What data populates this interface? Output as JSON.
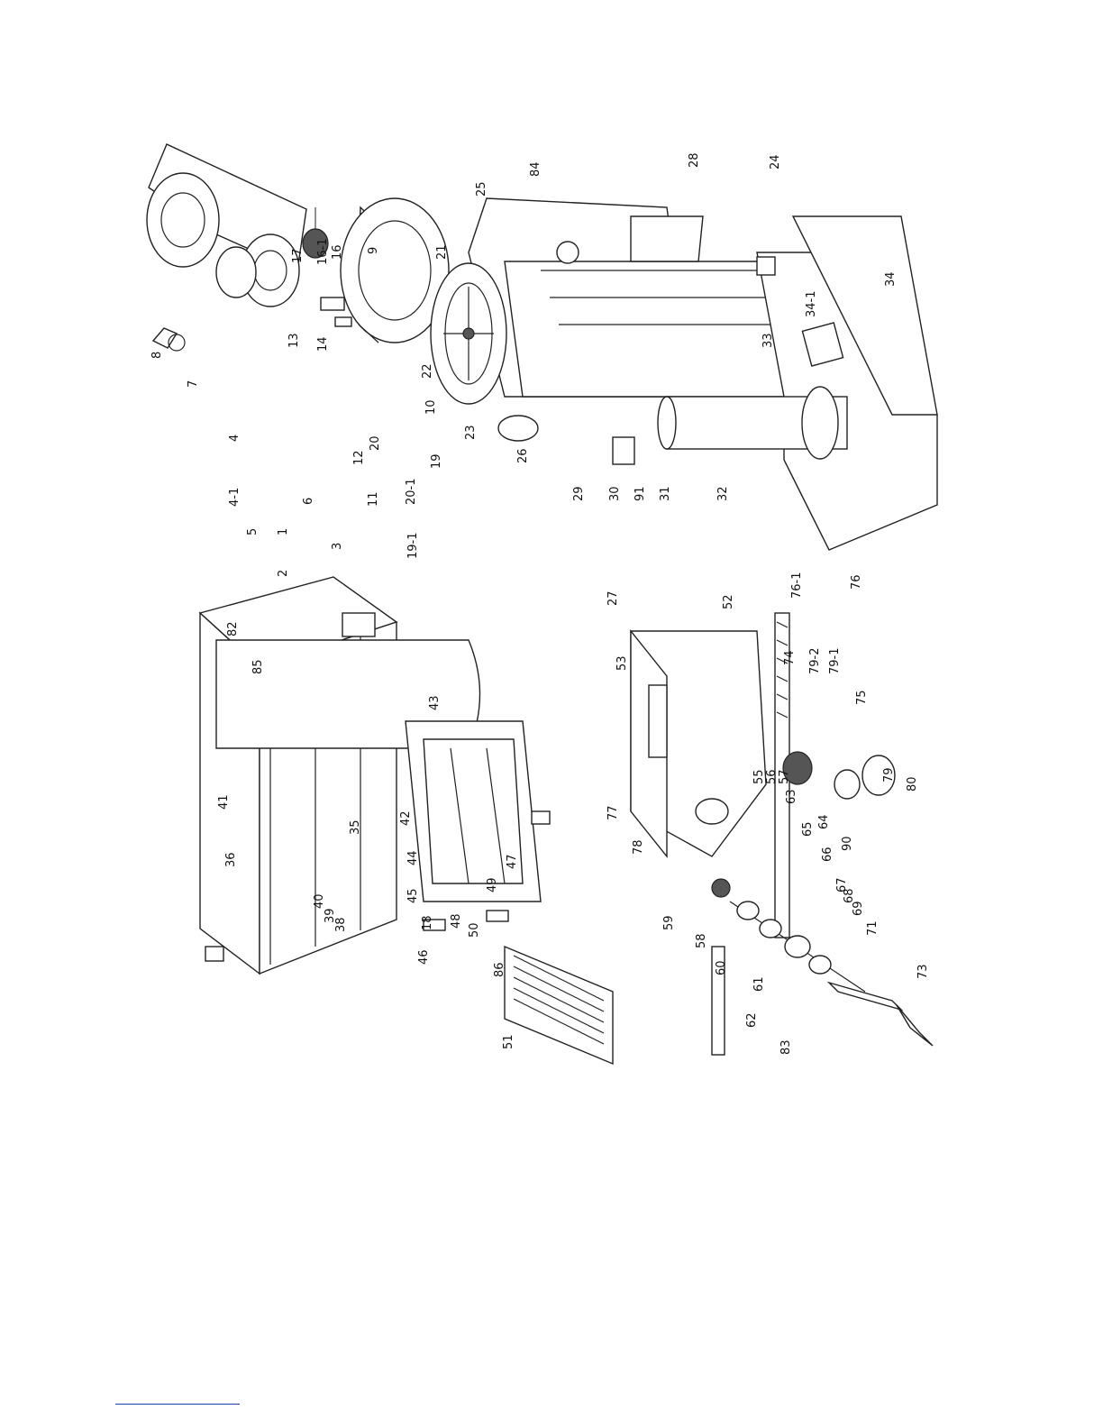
{
  "diagram": {
    "kind": "exploded parts drawing (rotated 90 degrees)",
    "callouts": [
      "1",
      "2",
      "3",
      "4",
      "4-1",
      "5",
      "6",
      "7",
      "8",
      "9",
      "10",
      "11",
      "12",
      "13",
      "14",
      "16",
      "16-1",
      "17",
      "18",
      "19",
      "19-1",
      "20",
      "20-1",
      "21",
      "22",
      "23",
      "24",
      "25",
      "26",
      "27",
      "28",
      "29",
      "30",
      "31",
      "32",
      "33",
      "34",
      "34-1",
      "35",
      "36",
      "38",
      "39",
      "40",
      "41",
      "42",
      "43",
      "44",
      "45",
      "46",
      "47",
      "48",
      "49",
      "50",
      "51",
      "52",
      "53",
      "55",
      "56",
      "57",
      "58",
      "59",
      "60",
      "61",
      "62",
      "63",
      "64",
      "65",
      "66",
      "67",
      "68",
      "69",
      "71",
      "73",
      "74",
      "75",
      "76",
      "76-1",
      "77",
      "78",
      "79",
      "79-1",
      "79-2",
      "80",
      "82",
      "83",
      "84",
      "85",
      "86",
      "90",
      "91"
    ]
  },
  "footer": {
    "rule_color": "#1a3faa"
  }
}
